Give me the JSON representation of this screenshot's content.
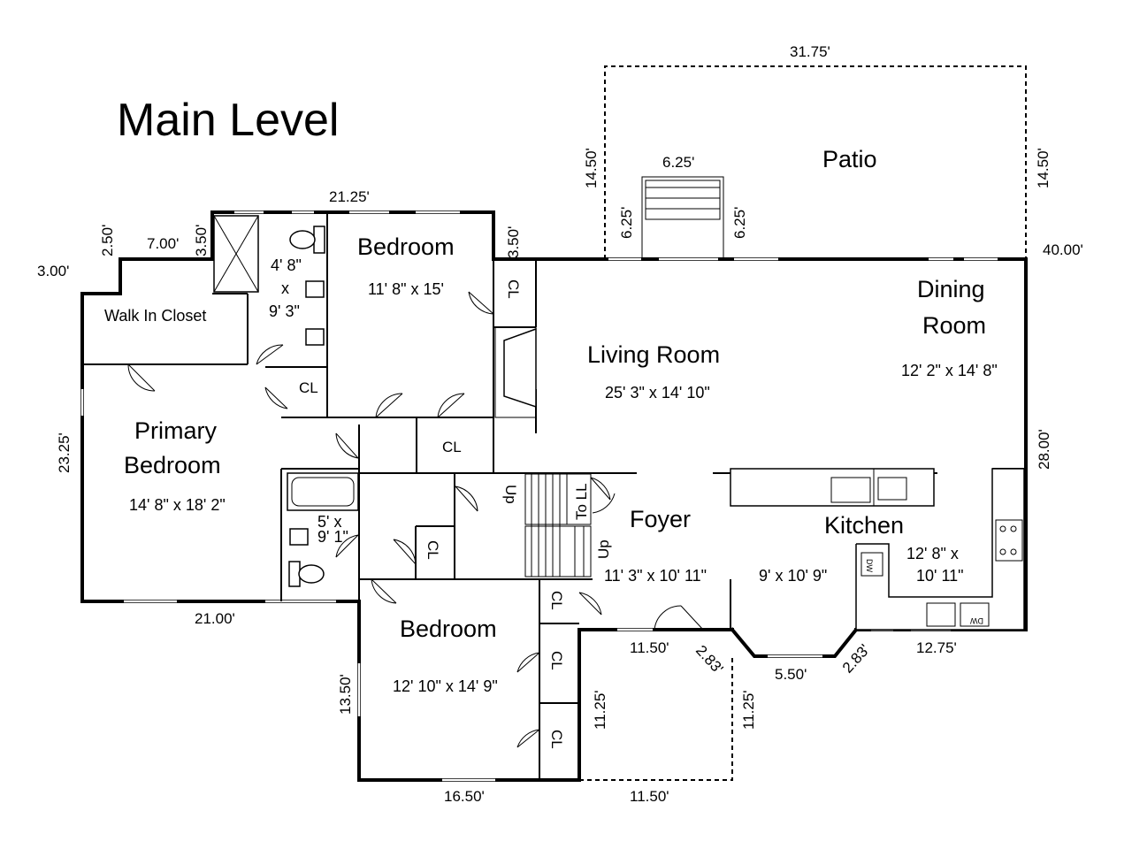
{
  "title": "Main Level",
  "rooms": {
    "patio": "Patio",
    "walk_in_closet": "Walk In Closet",
    "bedroom_top": {
      "name": "Bedroom",
      "size": "11' 8\" x 15'"
    },
    "bath_top": {
      "line1": "4' 8\"",
      "line2": "x",
      "line3": "9' 3\""
    },
    "living": {
      "name": "Living Room",
      "size": "25' 3\" x 14' 10\""
    },
    "dining": {
      "line1": "Dining",
      "line2": "Room",
      "size": "12' 2\" x 14' 8\""
    },
    "primary": {
      "line1": "Primary",
      "line2": "Bedroom",
      "size": "14' 8\" x 18' 2\""
    },
    "bath_bottom": {
      "line1": "5' x",
      "line2": "9' 1\""
    },
    "foyer": {
      "name": "Foyer",
      "size": "11' 3\" x 10' 11\""
    },
    "kitchen": {
      "name": "Kitchen",
      "size_line1": "12' 8\" x",
      "size_line2": "10' 11\"",
      "nook_size": "9' x 10' 9\""
    },
    "bedroom_bottom": {
      "name": "Bedroom",
      "size": "12' 10\" x 14' 9\""
    }
  },
  "closets": {
    "label": "CL"
  },
  "stairs": {
    "up1": "Up",
    "up2": "Up",
    "to_ll": "To LL"
  },
  "appliances": {
    "dw": "DW"
  },
  "dimensions": {
    "patio_width": "31.75'",
    "patio_left": "14.50'",
    "patio_right": "14.50'",
    "step_width": "6.25'",
    "step_left": "6.25'",
    "step_right": "6.25'",
    "top_width": "21.25'",
    "nook_height": "3.50'",
    "bath_offset": "3.50'",
    "walk_offset": "2.50'",
    "walk_width": "7.00'",
    "walk_left": "3.00'",
    "house_width": "40.00'",
    "primary_height": "23.25'",
    "primary_width": "21.00'",
    "right_height": "28.00'",
    "bedroom_height": "13.50'",
    "bedroom_width": "16.50'",
    "foyer_width": "11.50'",
    "angle_left": "2.83'",
    "bay_width": "5.50'",
    "angle_right": "2.83'",
    "kitchen_width": "12.75'",
    "porch_left": "11.25'",
    "porch_right": "11.25'",
    "porch_width": "11.50'"
  }
}
